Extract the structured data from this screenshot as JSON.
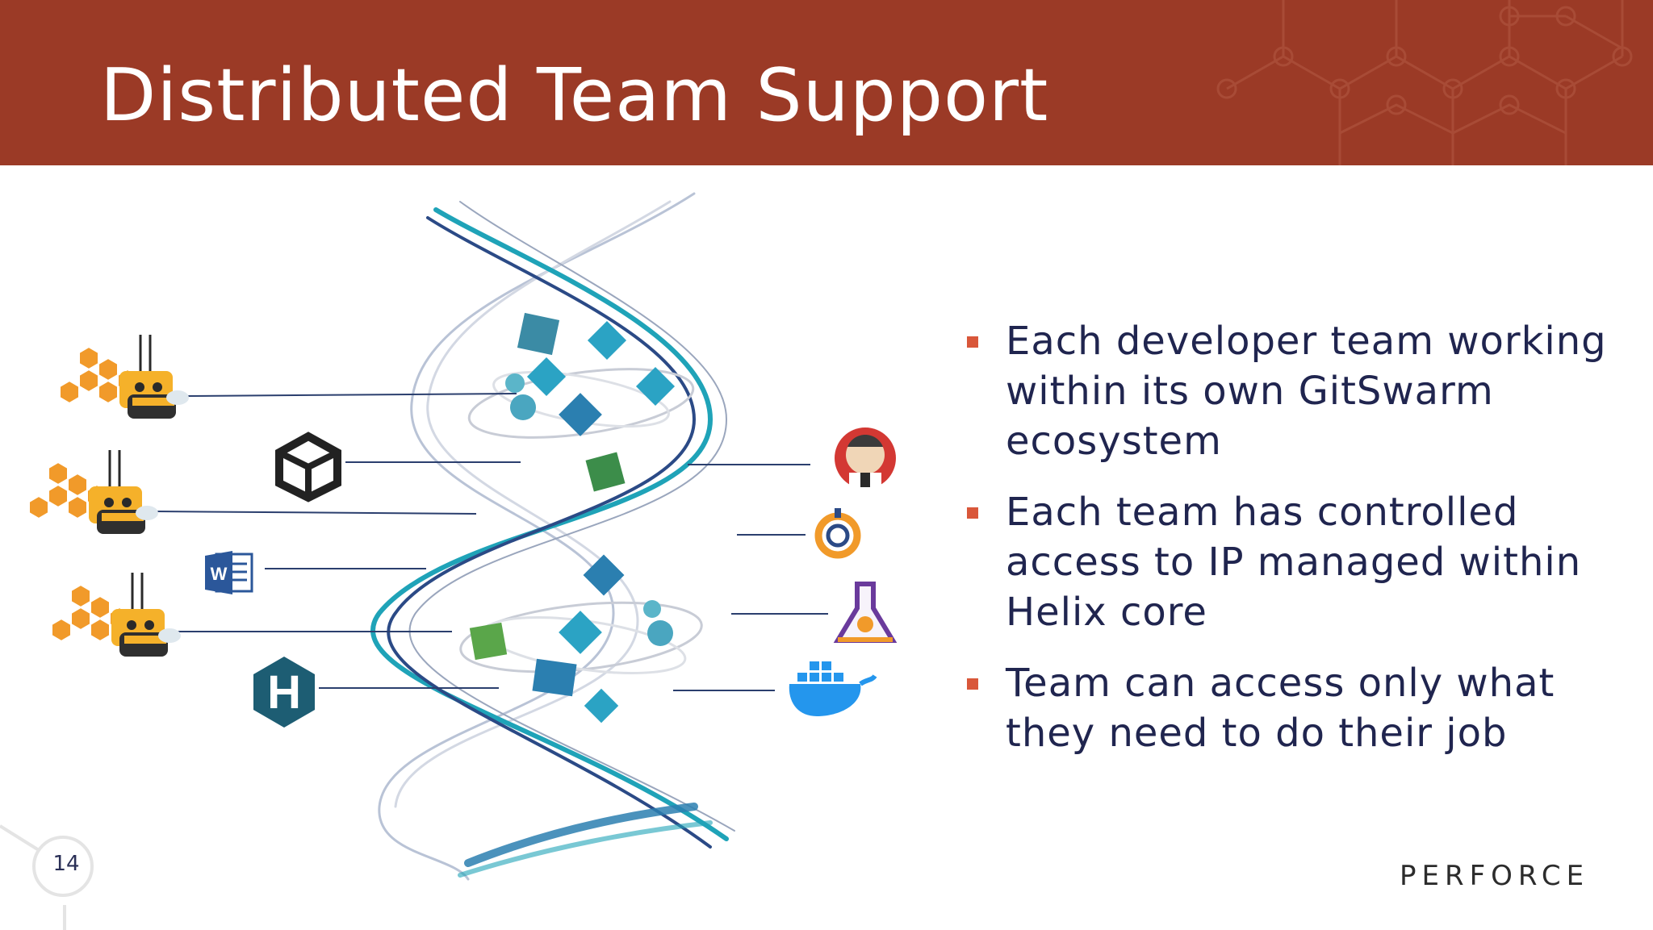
{
  "slide": {
    "title": "Distributed Team Support",
    "page_number": "14",
    "brand": "PERFORCE"
  },
  "bullets": [
    {
      "text": "Each developer team working within its own GitSwarm ecosystem"
    },
    {
      "text": "Each team has controlled access to IP managed within Helix core"
    },
    {
      "text": "Team can access only what they need to do their job"
    }
  ],
  "illustration": {
    "left_icons": [
      "honeycomb-bee-icon",
      "unity-logo-icon",
      "honeycomb-bee-icon",
      "word-document-icon",
      "honeycomb-bee-icon",
      "helix-h-logo-icon"
    ],
    "right_icons": [
      "jenkins-logo-icon",
      "swarm-ring-icon",
      "lab-flask-icon",
      "docker-whale-icon"
    ],
    "word_icon_letter": "W",
    "helix_icon_letter": "H"
  },
  "colors": {
    "header_bg": "#9b3a26",
    "bullet_marker": "#d9573a",
    "body_text": "#20254f",
    "helix_teal": "#1fa3b8",
    "helix_navy": "#2b4a86"
  }
}
